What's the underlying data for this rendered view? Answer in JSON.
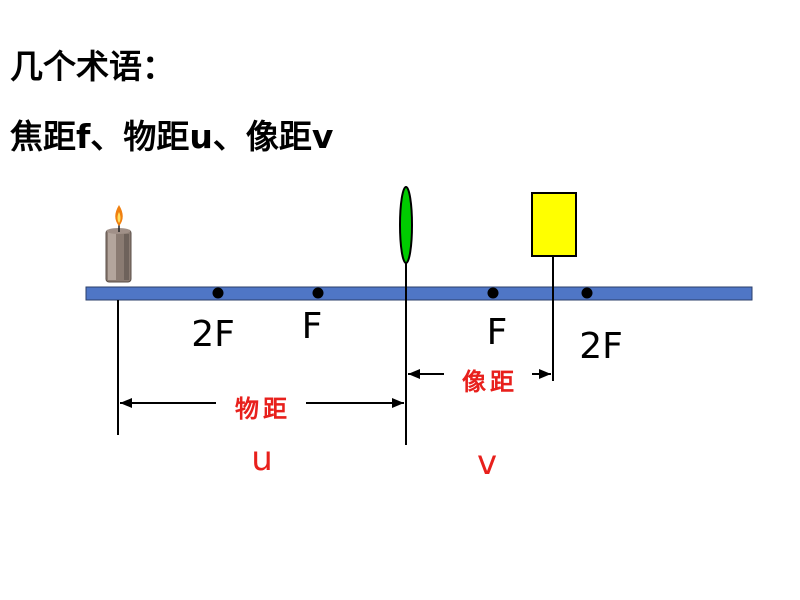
{
  "heading": {
    "line1": "几个术语：",
    "line2": "焦距f、物距u、像距v"
  },
  "diagram": {
    "points": {
      "object_2f": "2F",
      "object_f": "F",
      "image_f": "F",
      "image_2f": "2F"
    },
    "object_distance_label": "物距",
    "object_distance_symbol": "u",
    "image_distance_label": "像距",
    "image_distance_symbol": "v",
    "colors": {
      "axis": "#4f76c6",
      "lens": "#00cc00",
      "image_screen": "#ffff00",
      "label_red": "#e8201c",
      "flame": "#f08010"
    },
    "icons": {
      "candle": "candle-icon",
      "lens": "convex-lens-icon",
      "screen": "image-screen-icon"
    }
  }
}
